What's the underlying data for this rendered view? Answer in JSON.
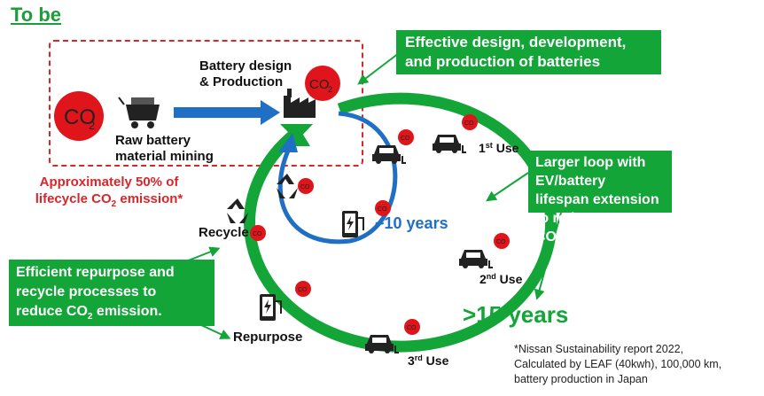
{
  "title": "To be",
  "co2_label": "CO",
  "co2_sub": "2",
  "labels": {
    "battery_design_1": "Battery design",
    "battery_design_2": "& Production",
    "raw_1": "Raw battery",
    "raw_2": "material mining",
    "recycle": "Recycle",
    "repurpose": "Repurpose",
    "first_use": "1",
    "first_sup": "st",
    "second_use": "2",
    "second_sup": "nd",
    "third_use": "3",
    "third_sup": "rd",
    "use_word": " Use"
  },
  "red_note": {
    "line1": "Approximately 50% of",
    "line2a": "lifecycle CO",
    "line2b": "2",
    "line2c": " emission*"
  },
  "boxes": {
    "top_1": "Effective design, development,",
    "top_2": "and production of batteries",
    "right_1": "Larger loop with EV/battery",
    "right_2": "lifespan extension to reduce",
    "right_3a": "CO",
    "right_3b": "2",
    "right_3c": " emission.",
    "left_1": "Efficient repurpose and",
    "left_2": "recycle processes to",
    "left_3a": "reduce CO",
    "left_3b": "2",
    "left_3c": " emission."
  },
  "loop_labels": {
    "inner": "~10 years",
    "outer": ">15 years"
  },
  "footnote": {
    "line1": "*Nissan Sustainability report 2022,",
    "line2": "Calculated by LEAF (40kwh), 100,000 km,",
    "line3": "battery production in Japan"
  },
  "colors": {
    "green": "#13a538",
    "blue": "#1f6fc5",
    "red": "#e0141b",
    "title_green": "#1a9e3a"
  },
  "icons": [
    "co2-bubble-icon",
    "mining-cart-icon",
    "factory-icon",
    "car-icon",
    "charger-icon",
    "recycle-icon"
  ]
}
